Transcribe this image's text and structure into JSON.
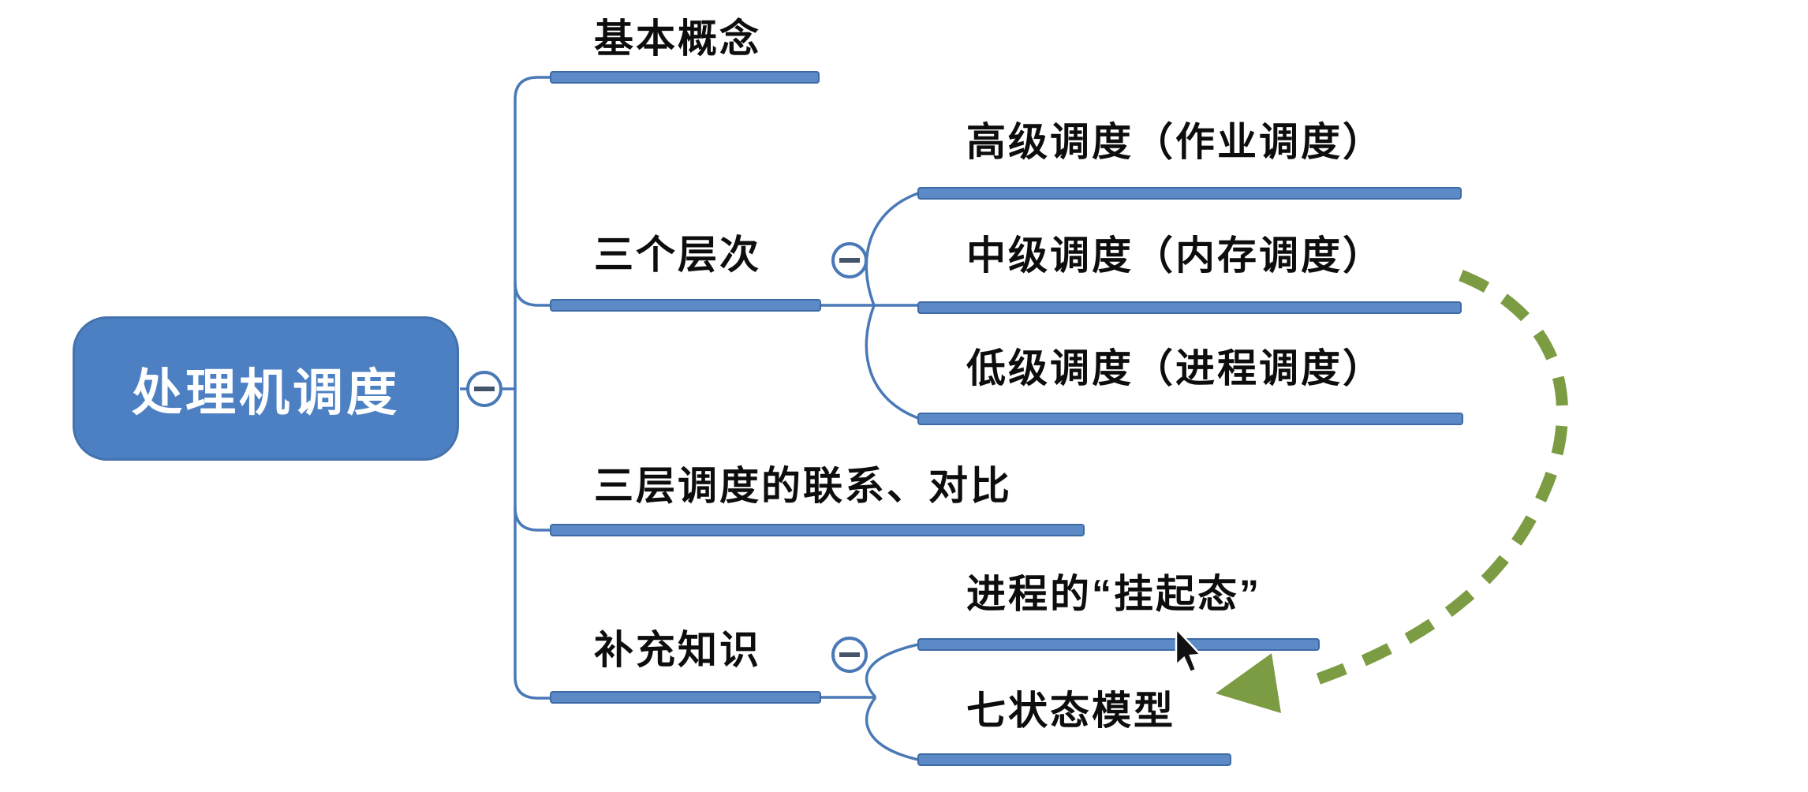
{
  "root": {
    "label": "处理机调度"
  },
  "branches": [
    {
      "label": "基本概念",
      "children": []
    },
    {
      "label": "三个层次",
      "children": [
        {
          "label": "高级调度（作业调度）"
        },
        {
          "label": "中级调度（内存调度）"
        },
        {
          "label": "低级调度（进程调度）"
        }
      ]
    },
    {
      "label": "三层调度的联系、对比",
      "children": []
    },
    {
      "label": "补充知识",
      "children": [
        {
          "label": "进程的“挂起态”"
        },
        {
          "label": "七状态模型"
        }
      ]
    }
  ],
  "icons": {
    "collapse_root": "minus-icon",
    "collapse_levels": "minus-icon",
    "collapse_supplement": "minus-icon",
    "cross_link": "dashed-curved-arrow",
    "pointer": "mouse-cursor"
  },
  "colors": {
    "root_fill": "#4d80c3",
    "root_border": "#4472ad",
    "root_text": "#ffffff",
    "branch_bar_fill": "#5b8ac7",
    "branch_bar_border": "#3e6ba6",
    "branch_line": "#4a79b8",
    "topic_text": "#0d0d0d",
    "collapse_circle": "#4a79b8",
    "collapse_minus": "#44546a",
    "cross_link_green": "#7c9c43",
    "background": "#ffffff"
  }
}
